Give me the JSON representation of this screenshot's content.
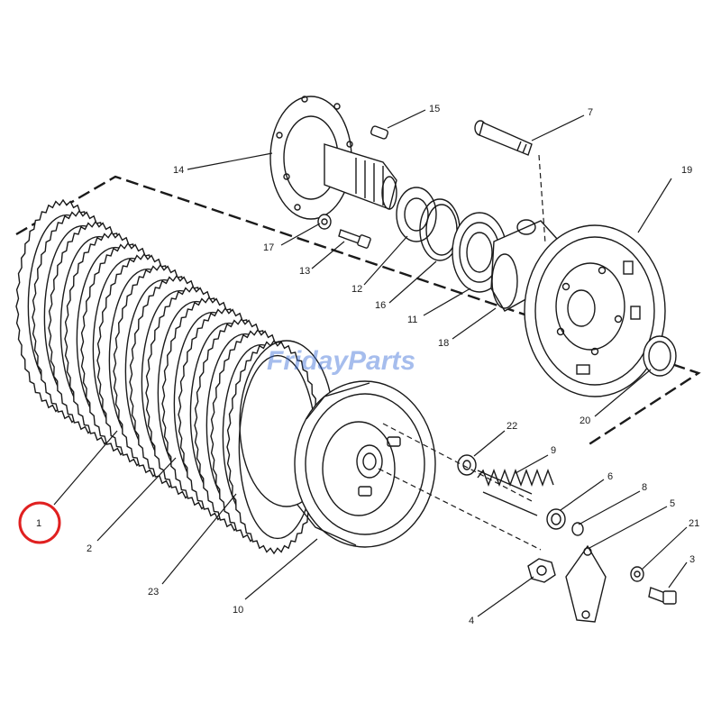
{
  "watermark": "FridayParts",
  "highlight_color": "#e02020",
  "watermark_color": "#3b6fd8",
  "callouts": {
    "c1": "1",
    "c2": "2",
    "c3": "3",
    "c4": "4",
    "c5": "5",
    "c6": "6",
    "c7": "7",
    "c8": "8",
    "c9": "9",
    "c10": "10",
    "c11": "11",
    "c12": "12",
    "c13": "13",
    "c14": "14",
    "c15": "15",
    "c16": "16",
    "c17": "17",
    "c18": "18",
    "c19": "19",
    "c20": "20",
    "c21": "21",
    "c22": "22",
    "c23": "23"
  },
  "highlighted_callout": "1"
}
